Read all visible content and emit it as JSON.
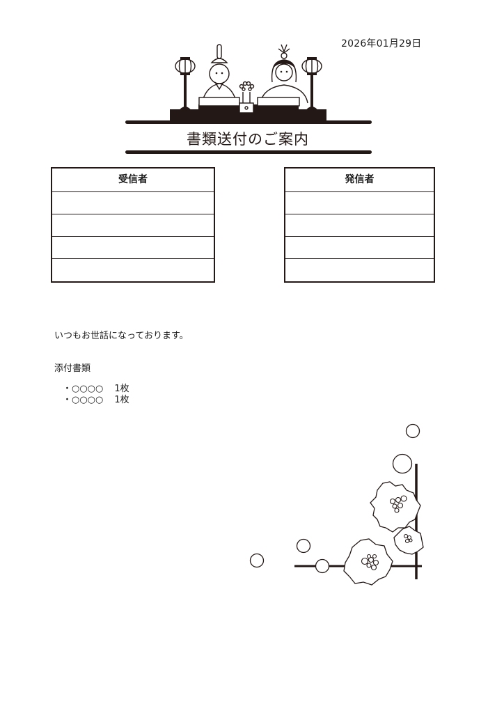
{
  "document": {
    "date": "2026年01月29日",
    "title": "書類送付のご案内",
    "recipient_box": {
      "header": "受信者",
      "rows": [
        "",
        "",
        "",
        ""
      ]
    },
    "sender_box": {
      "header": "発信者",
      "rows": [
        "",
        "",
        "",
        ""
      ]
    },
    "greeting": "いつもお世話になっております。",
    "attachments": {
      "label": "添付書類",
      "items": [
        {
          "name": "・○○○○",
          "qty": "1枚"
        },
        {
          "name": "・○○○○",
          "qty": "1枚"
        }
      ]
    }
  },
  "decorations": {
    "header_illustration": "hina-dolls-icon",
    "corner_illustration": "plum-blossom-icon",
    "ink_color": "#231815"
  }
}
